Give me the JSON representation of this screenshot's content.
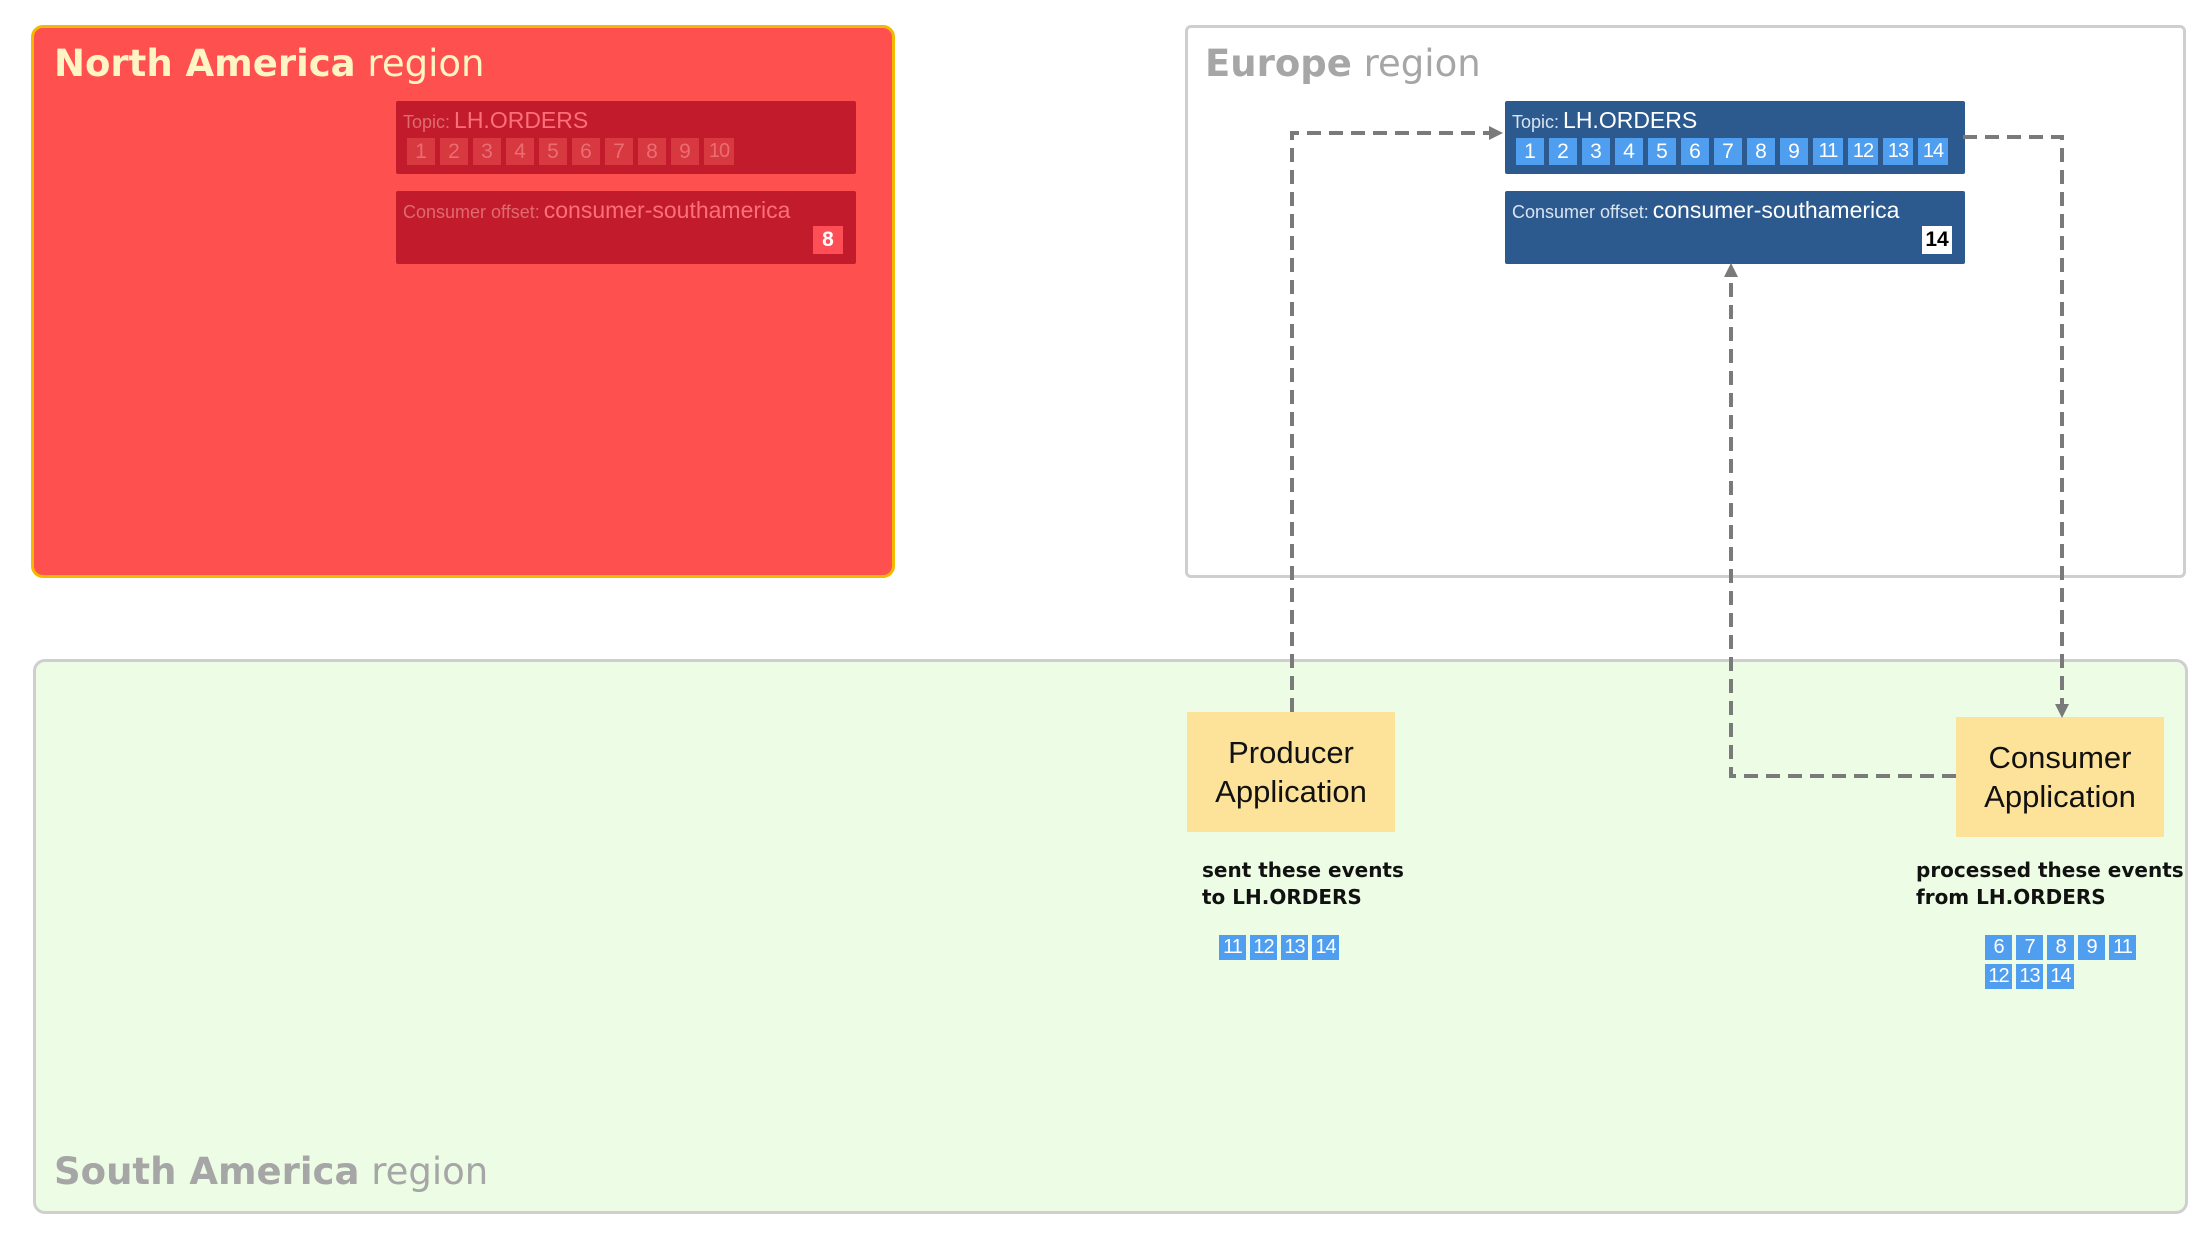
{
  "regions": {
    "north_america": {
      "title_bold": "North America",
      "title_rest": "region"
    },
    "europe": {
      "title_bold": "Europe",
      "title_rest": "region"
    },
    "south_america": {
      "title_bold": "South America",
      "title_rest": "region"
    }
  },
  "north_america": {
    "topic": {
      "label": "Topic:",
      "name": "LH.ORDERS",
      "events": [
        "1",
        "2",
        "3",
        "4",
        "5",
        "6",
        "7",
        "8",
        "9",
        "10"
      ]
    },
    "consumer_offset": {
      "label": "Consumer offset:",
      "group": "consumer-southamerica",
      "value": "8"
    }
  },
  "europe": {
    "topic": {
      "label": "Topic:",
      "name": "LH.ORDERS",
      "events": [
        "1",
        "2",
        "3",
        "4",
        "5",
        "6",
        "7",
        "8",
        "9",
        "11",
        "12",
        "13",
        "14"
      ]
    },
    "consumer_offset": {
      "label": "Consumer offset:",
      "group": "consumer-southamerica",
      "value": "14"
    }
  },
  "producer": {
    "label_line1": "Producer",
    "label_line2": "Application",
    "caption_line1": "sent these events",
    "caption_line2": "to LH.ORDERS",
    "events": [
      "11",
      "12",
      "13",
      "14"
    ]
  },
  "consumer": {
    "label_line1": "Consumer",
    "label_line2": "Application",
    "caption_line1": "processed these events",
    "caption_line2": "from LH.ORDERS",
    "events": [
      "6",
      "7",
      "8",
      "9",
      "11",
      "12",
      "13",
      "14"
    ]
  },
  "colors": {
    "failed_region": "#ff5050",
    "failed_border": "#f5b800",
    "active_topic": "#2c5a8e",
    "event_cell": "#4f9eef",
    "application": "#fde39a",
    "south_america_bg": "#edfce4",
    "arrow": "#7a7a7a"
  }
}
